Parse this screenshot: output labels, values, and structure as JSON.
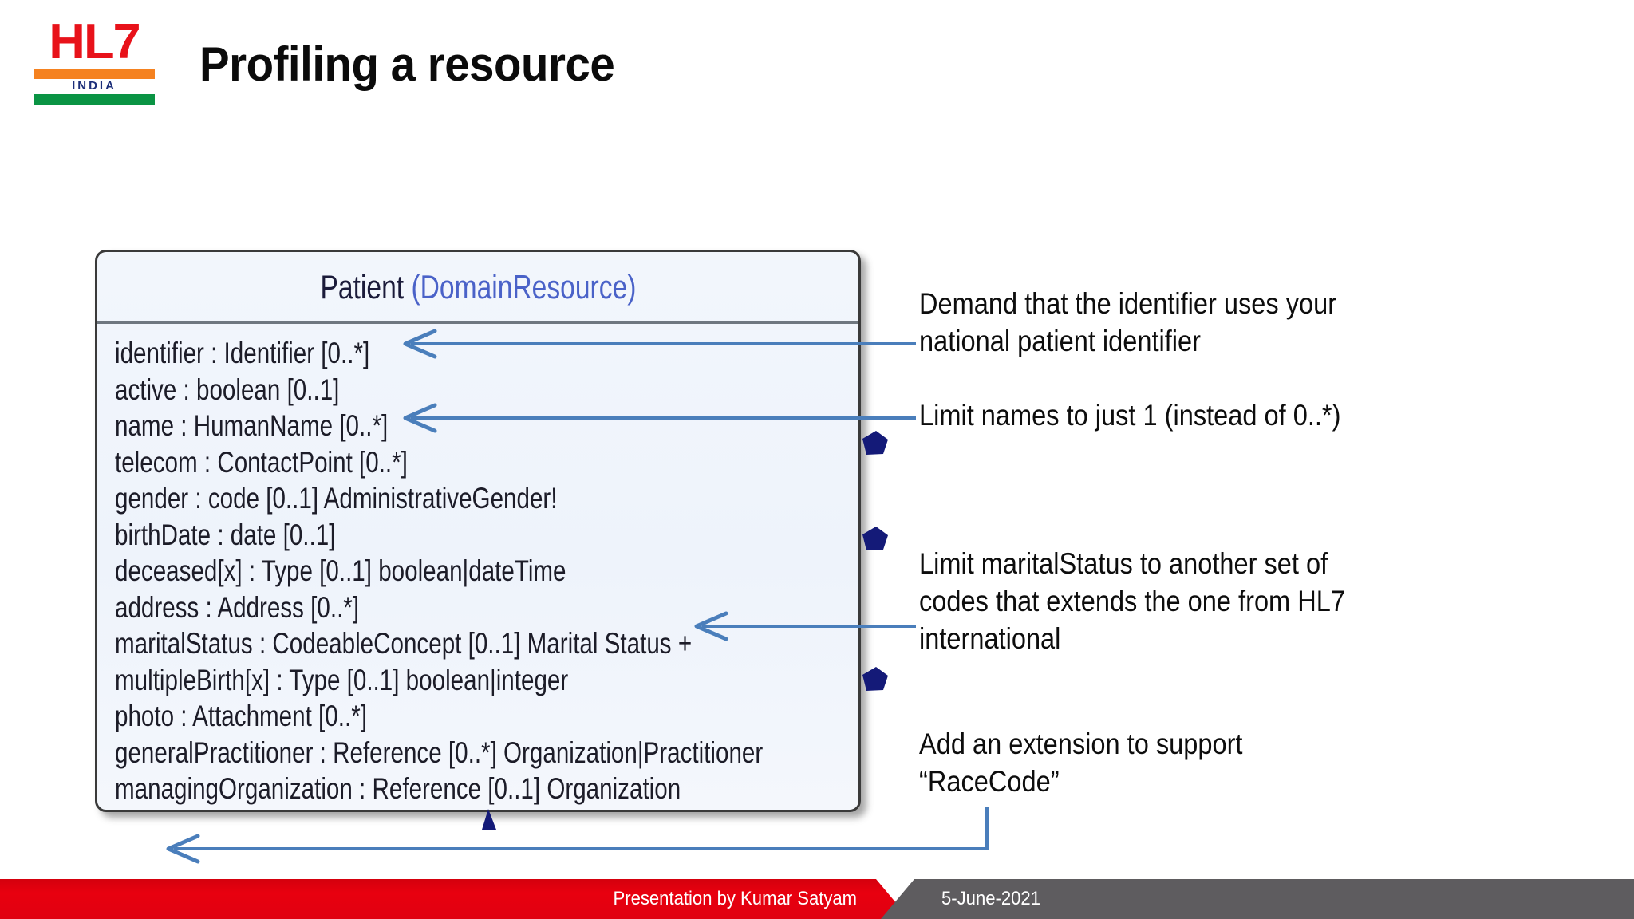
{
  "header": {
    "title": "Profiling a resource",
    "logo": {
      "wordmark": "HL7",
      "country": "INDIA",
      "colors": {
        "red": "#e8121a",
        "saffron": "#f58220",
        "white": "#ffffff",
        "green": "#0a9444",
        "india_text": "#1d2f7a"
      }
    }
  },
  "uml": {
    "class_name": "Patient",
    "base_type": "(DomainResource)",
    "title_color": "#1b1b3a",
    "base_color": "#4a62c8",
    "box_fill": "#f0f4fb",
    "box_border": "#3a3a3a",
    "attributes": [
      "identifier : Identifier [0..*]",
      "active : boolean [0..1]",
      "name : HumanName [0..*]",
      "telecom : ContactPoint [0..*]",
      "gender : code [0..1] AdministrativeGender!",
      "birthDate : date [0..1]",
      "deceased[x] : Type [0..1] boolean|dateTime",
      "address : Address [0..*]",
      "maritalStatus : CodeableConcept [0..1] Marital Status +",
      "multipleBirth[x] : Type [0..1] boolean|integer",
      "photo : Attachment [0..*]",
      "generalPractitioner : Reference [0..*] Organization|Practitioner",
      "managingOrganization : Reference [0..1] Organization"
    ]
  },
  "annotations": [
    {
      "id": "identifier",
      "text": "Demand that the identifier uses your\nnational patient identifier",
      "target_attribute": "identifier : Identifier [0..*]"
    },
    {
      "id": "names",
      "text": "Limit names to just 1 (instead of 0..*)",
      "target_attribute": "name : HumanName [0..*]"
    },
    {
      "id": "marital",
      "text": "Limit maritalStatus to another set of\ncodes that extends the one from HL7\ninternational",
      "target_attribute": "maritalStatus : CodeableConcept [0..1] Marital Status +"
    },
    {
      "id": "extension",
      "text": "Add an extension to support\n“RaceCode”",
      "target_attribute": "Patient"
    }
  ],
  "connectors": {
    "arrow_color": "#4a7ebb",
    "marker_color": "#141a78"
  },
  "footer": {
    "presenter": "Presentation by Kumar Satyam",
    "date": "5-June-2021",
    "red": "#e00010",
    "gray": "#5e5c5f"
  }
}
